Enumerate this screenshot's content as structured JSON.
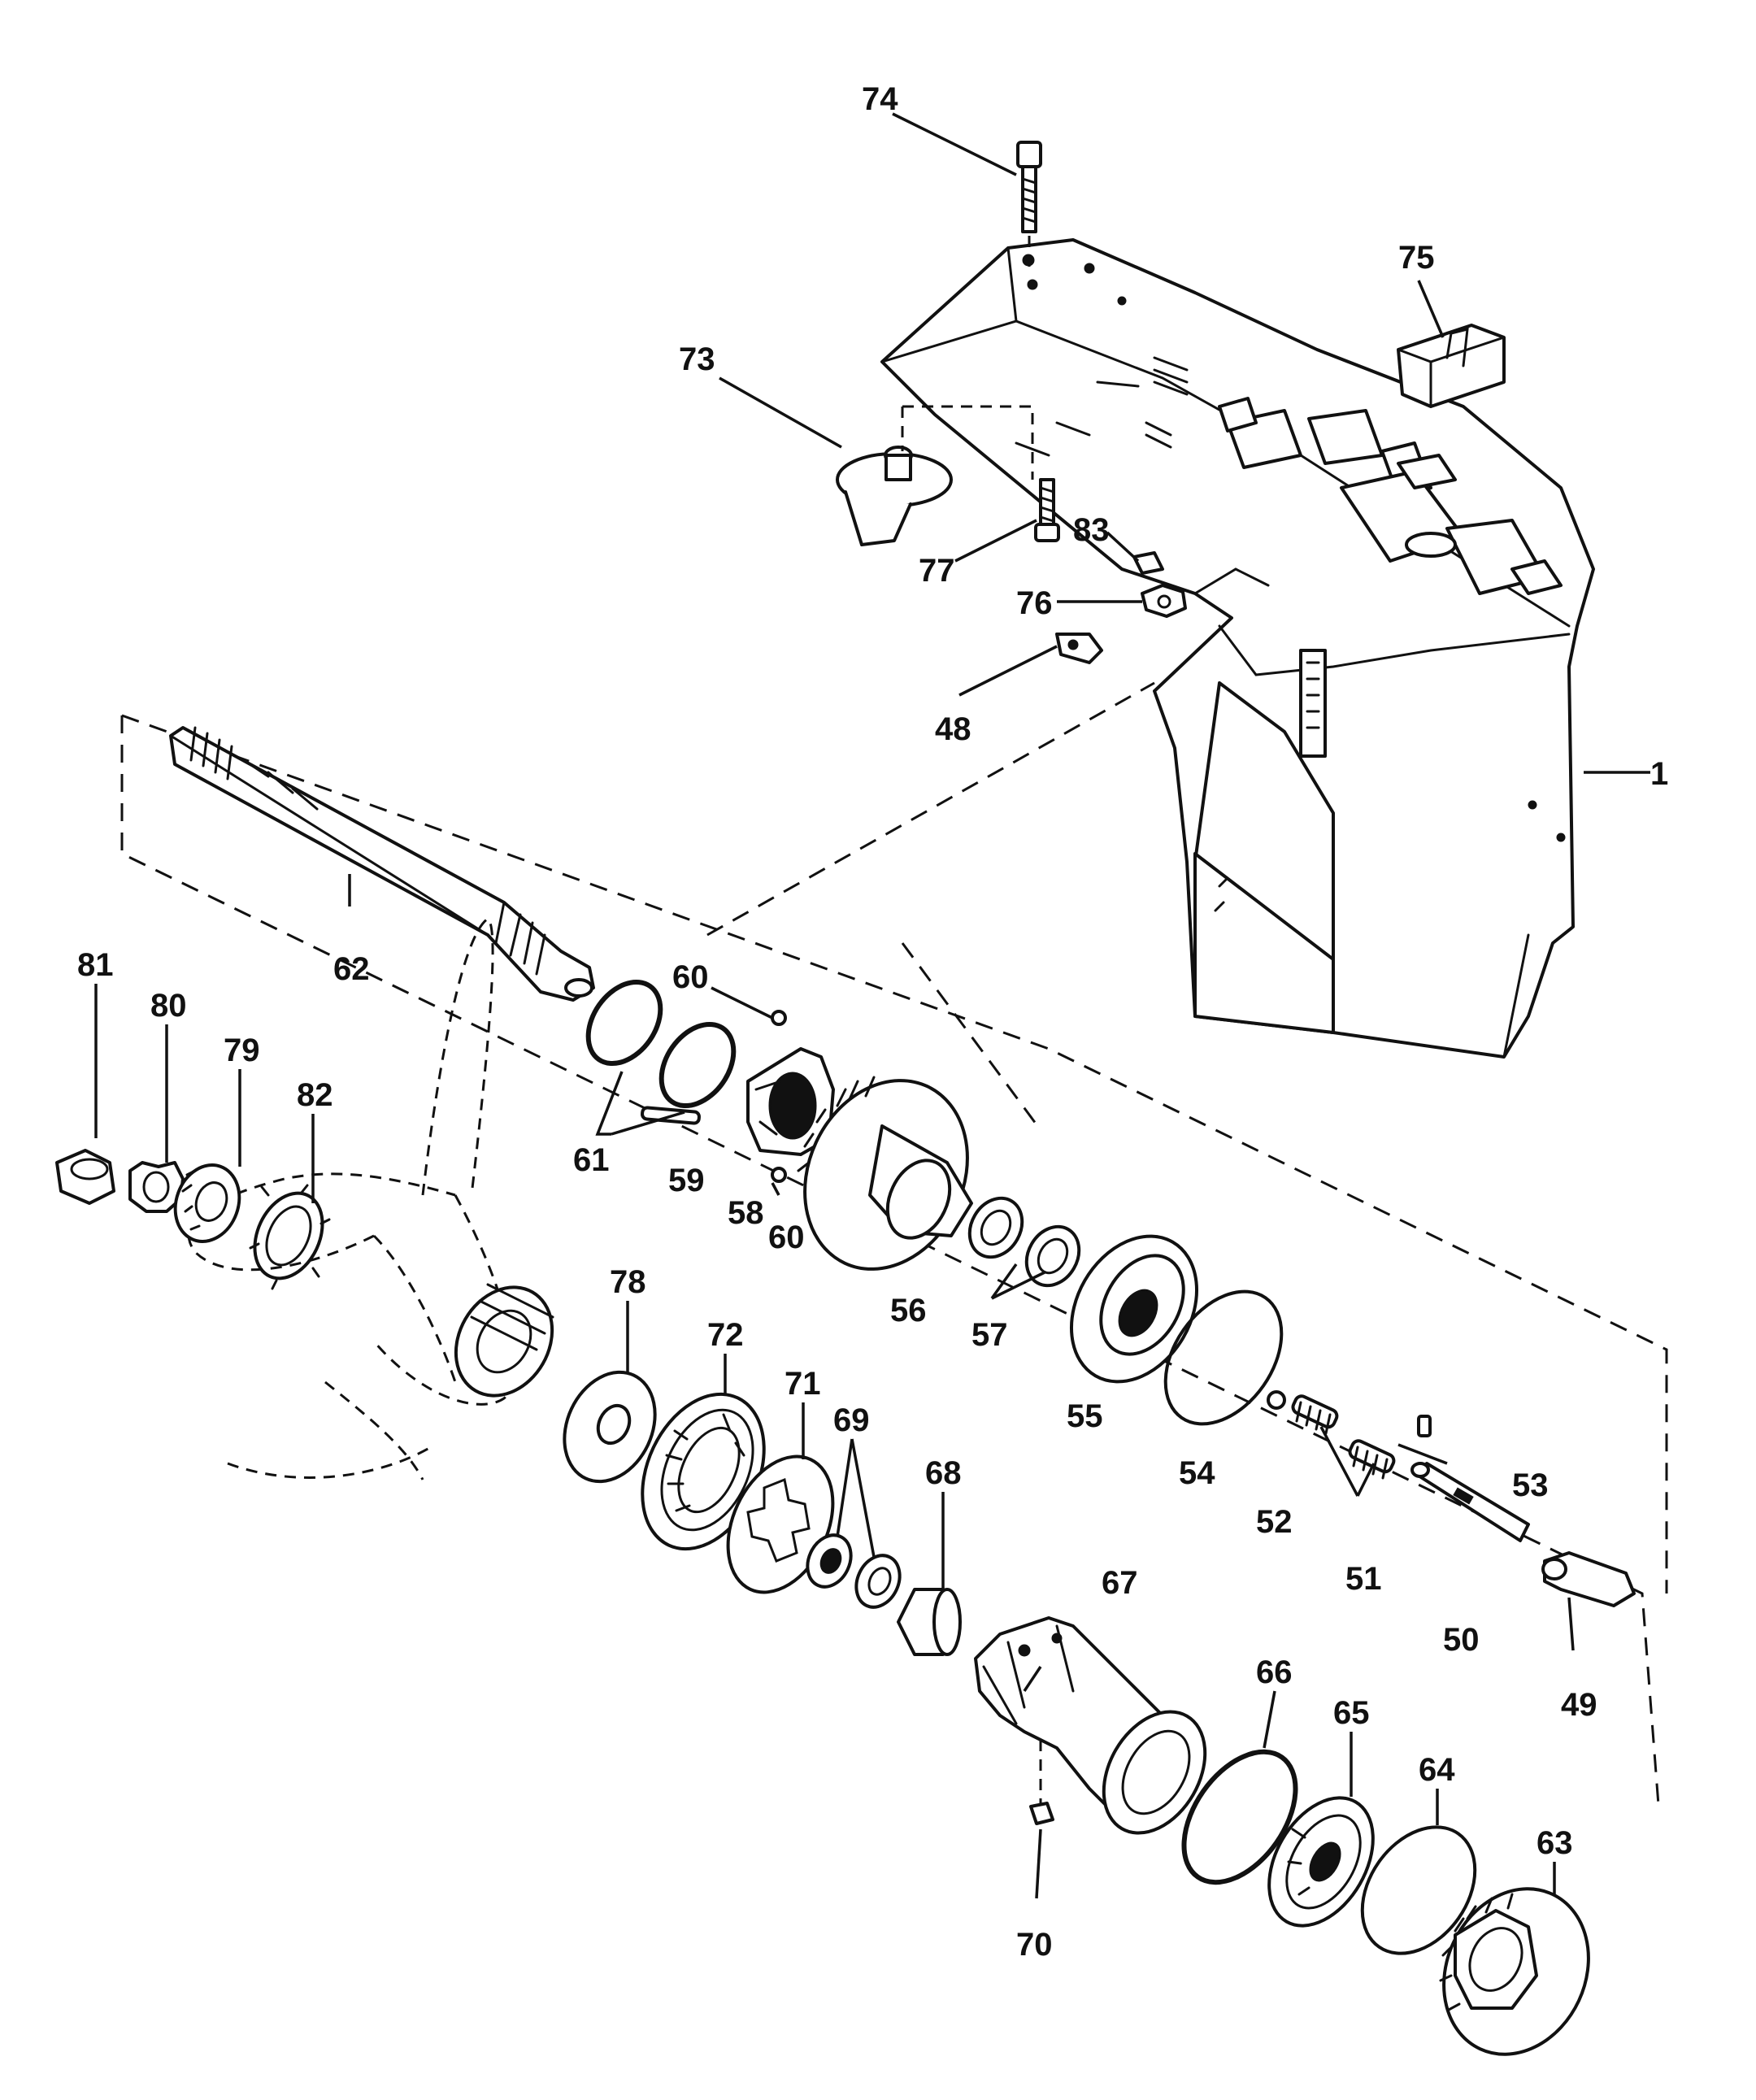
{
  "callouts": {
    "c1": "1",
    "c48": "48",
    "c49": "49",
    "c50": "50",
    "c51": "51",
    "c52": "52",
    "c53": "53",
    "c54": "54",
    "c55": "55",
    "c56": "56",
    "c57": "57",
    "c58": "58",
    "c59": "59",
    "c60a": "60",
    "c60b": "60",
    "c61": "61",
    "c62": "62",
    "c63": "63",
    "c64": "64",
    "c65": "65",
    "c66": "66",
    "c67": "67",
    "c68": "68",
    "c69": "69",
    "c70": "70",
    "c71": "71",
    "c72": "72",
    "c73": "73",
    "c74": "74",
    "c75": "75",
    "c76": "76",
    "c77": "77",
    "c78": "78",
    "c79": "79",
    "c80": "80",
    "c81": "81",
    "c82": "82",
    "c83": "83"
  }
}
